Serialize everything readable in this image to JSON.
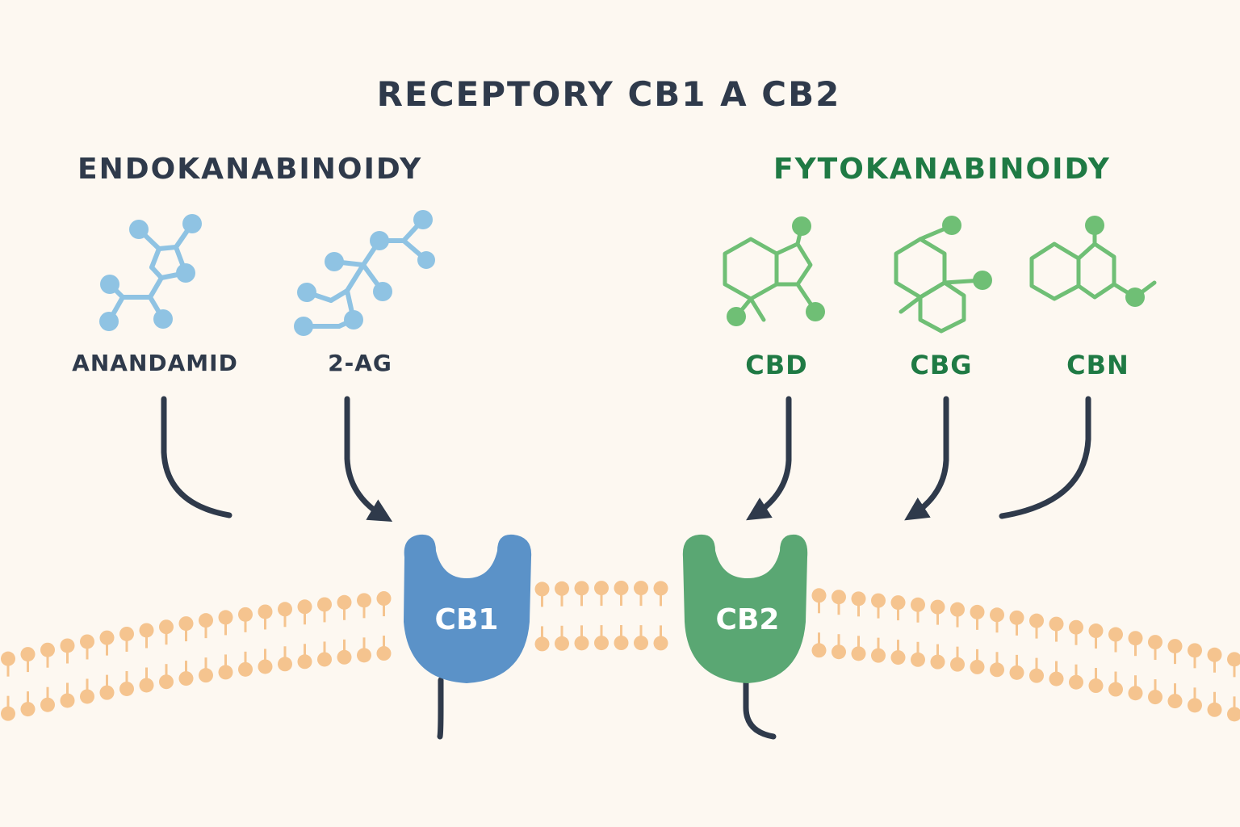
{
  "title": "RECEPTORY CB1 A CB2",
  "groups": {
    "endo": {
      "heading": "ENDOKANABINOIDY",
      "color": "#2f3a4b"
    },
    "phyto": {
      "heading": "FYTOKANABINOIDY",
      "color": "#1f7a44"
    }
  },
  "molecules": {
    "anandamid": "ANANDAMID",
    "two_ag": "2-AG",
    "cbd": "CBD",
    "cbg": "CBG",
    "cbn": "CBN"
  },
  "receptors": {
    "cb1": {
      "label": "CB1",
      "color": "#5b92c8"
    },
    "cb2": {
      "label": "CB2",
      "color": "#5aa773"
    }
  },
  "colors": {
    "background": "#fdf8f1",
    "membrane": "#f5c48f",
    "arrows": "#2f3a4b",
    "endo_molecule": "#8fc3e3",
    "phyto_molecule": "#6fbf75"
  }
}
